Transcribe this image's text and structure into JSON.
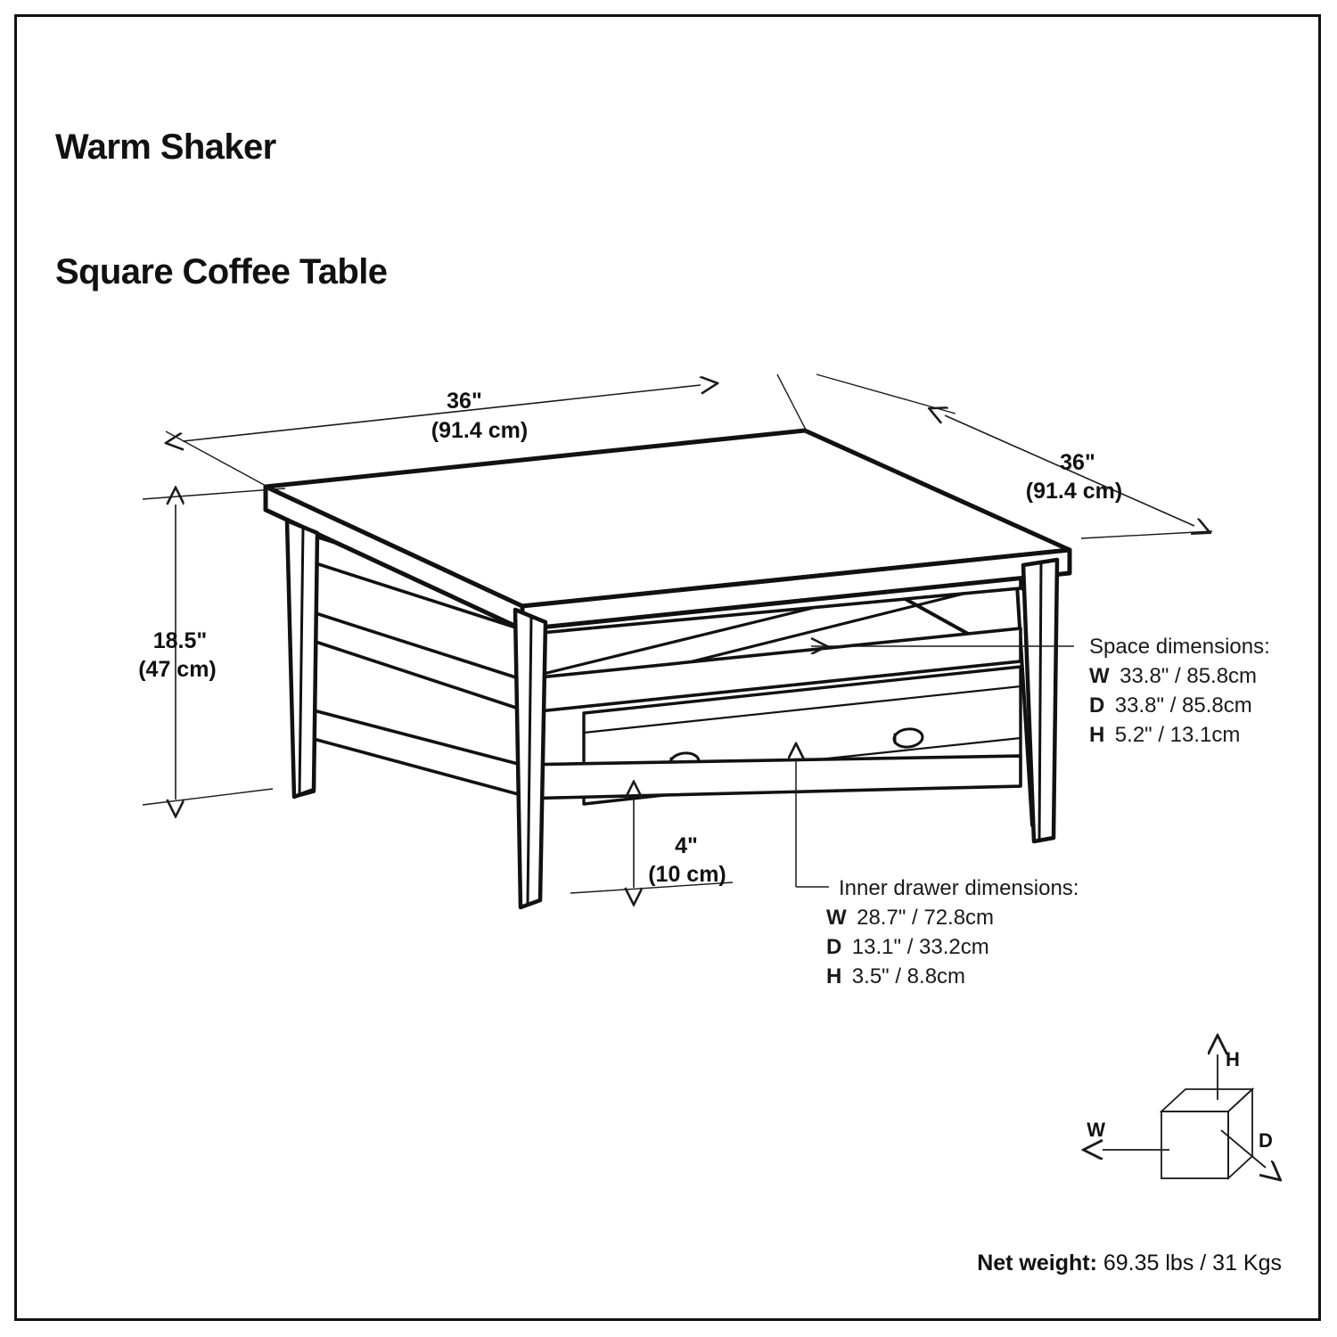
{
  "document": {
    "title_line1": "Warm Shaker",
    "title_line2": "Square Coffee Table",
    "border_color": "#111111",
    "line_color": "#1a1a1a",
    "background": "#ffffff"
  },
  "dimensions": {
    "width": {
      "label": "36\"",
      "metric": "(91.4 cm)"
    },
    "depth": {
      "label": "36\"",
      "metric": "(91.4 cm)"
    },
    "height": {
      "label": "18.5\"",
      "metric": "(47 cm)"
    },
    "clearance": {
      "label": "4\"",
      "metric": "(10 cm)"
    }
  },
  "callouts": {
    "space": {
      "heading": "Space dimensions:",
      "rows": [
        {
          "key": "W",
          "value": "33.8\" / 85.8cm"
        },
        {
          "key": "D",
          "value": "33.8\" / 85.8cm"
        },
        {
          "key": "H",
          "value": "5.2\" / 13.1cm"
        }
      ]
    },
    "drawer": {
      "heading": "Inner drawer dimensions:",
      "rows": [
        {
          "key": "W",
          "value": "28.7\" / 72.8cm"
        },
        {
          "key": "D",
          "value": "13.1\" / 33.2cm"
        },
        {
          "key": "H",
          "value": "3.5\" / 8.8cm"
        }
      ]
    }
  },
  "legend": {
    "height_axis": "H",
    "width_axis": "W",
    "depth_axis": "D"
  },
  "footer": {
    "weight_label": "Net weight:",
    "weight_value": "69.35 lbs / 31 Kgs"
  },
  "product": {
    "view": "isometric-line-drawing",
    "features": [
      "tapered-legs",
      "open-shelf",
      "single-drawer",
      "two-oval-knobs"
    ]
  }
}
